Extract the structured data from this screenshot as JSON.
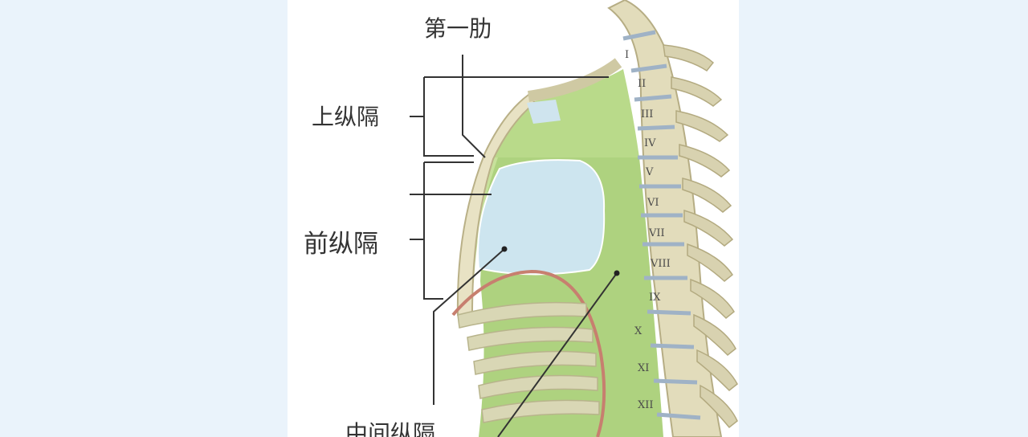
{
  "labels": {
    "first_rib": "第一肋",
    "superior_mediastinum": "上纵隔",
    "anterior_mediastinum": "前纵隔",
    "middle_mediastinum": "中间纵隔"
  },
  "vertebra_numerals": [
    "I",
    "II",
    "III",
    "IV",
    "V",
    "VI",
    "VII",
    "VIII",
    "IX",
    "X",
    "XI",
    "XII"
  ]
}
